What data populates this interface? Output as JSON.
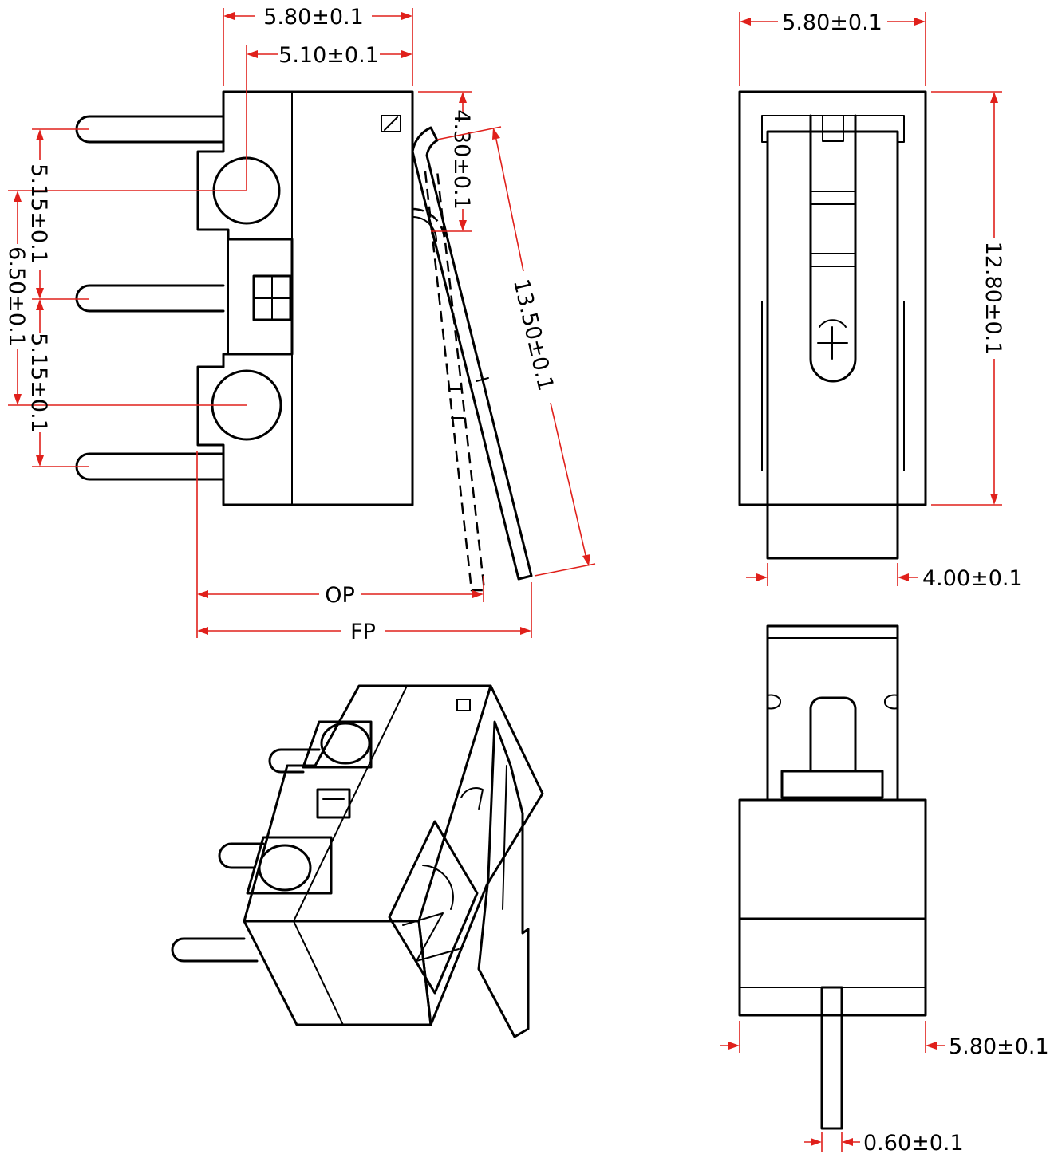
{
  "colors": {
    "outline": "#000000",
    "dimension": "#e0201b",
    "background": "#ffffff"
  },
  "views": {
    "side": {
      "body_width": "5.80±0.1",
      "hole_offset": "5.10±0.1",
      "lever_pivot_height": "4.30±0.1",
      "lever_length": "13.50±0.1",
      "top_pin_pitch": "5.15±0.1",
      "hole_pitch": "6.50±0.1",
      "bottom_pin_pitch": "5.15±0.1",
      "operating_position": "OP",
      "free_position": "FP"
    },
    "front": {
      "width": "5.80±0.1",
      "height": "12.80±0.1",
      "actuator_width": "4.00±0.1"
    },
    "bottom": {
      "width": "5.80±0.1",
      "pin_thickness": "0.60±0.1"
    }
  }
}
